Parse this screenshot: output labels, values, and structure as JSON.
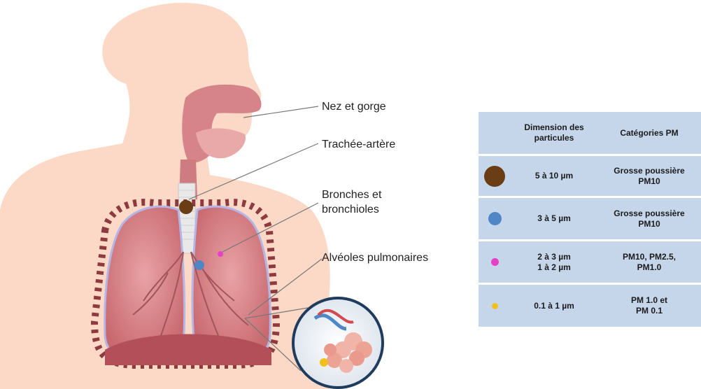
{
  "labels": {
    "nose_throat": "Nez et gorge",
    "trachea": "Trachée-artère",
    "bronchi_line1": "Bronches et",
    "bronchi_line2": "bronchioles",
    "alveoli": "Alvéoles pulmonaires"
  },
  "table": {
    "header": {
      "size_line1": "Dimension des",
      "size_line2": "particules",
      "category": "Catégories PM"
    },
    "rows": [
      {
        "dot_color": "#6b3d14",
        "size_line1": "5 à 10 µm",
        "size_line2": "",
        "cat_line1": "Grosse poussière",
        "cat_line2": "PM10"
      },
      {
        "dot_color": "#4f86c6",
        "size_line1": "3 à 5 µm",
        "size_line2": "",
        "cat_line1": "Grosse poussière",
        "cat_line2": "PM10"
      },
      {
        "dot_color": "#e83fc7",
        "size_line1": "2 à 3 µm",
        "size_line2": "1 à 2 µm",
        "cat_line1": "PM10, PM2.5,",
        "cat_line2": "PM1.0"
      },
      {
        "dot_color": "#f2c01d",
        "size_line1": "0.1 à 1 µm",
        "size_line2": "",
        "cat_line1": "PM 1.0 et",
        "cat_line2": "PM 0.1"
      }
    ]
  },
  "colors": {
    "skin": "#fbd9c6",
    "lung": "#d9868c",
    "table_bg": "#c5d6eb"
  }
}
